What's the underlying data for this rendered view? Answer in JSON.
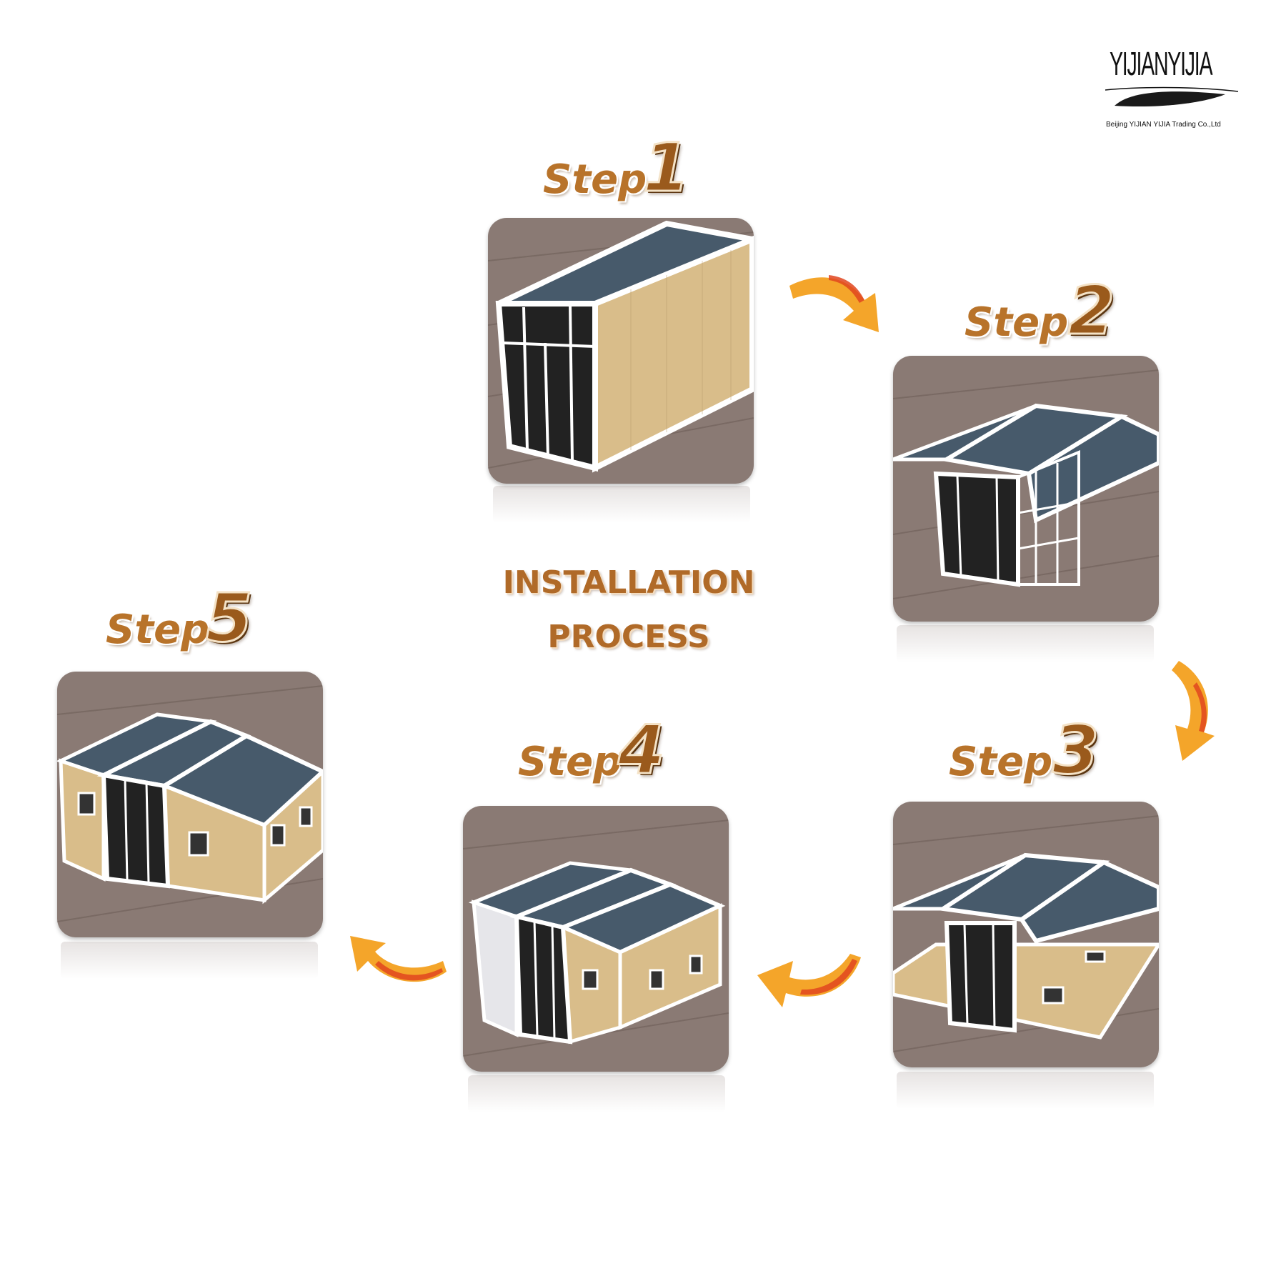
{
  "logo": {
    "wordmark": "YIJIANYIJIA",
    "company": "Beijing YIJIAN YIJIA Trading Co.,Ltd"
  },
  "title": {
    "line1": "INSTALLATION",
    "line2": "PROCESS"
  },
  "steps": [
    {
      "word": "Step",
      "number": "1"
    },
    {
      "word": "Step",
      "number": "2"
    },
    {
      "word": "Step",
      "number": "3"
    },
    {
      "word": "Step",
      "number": "4"
    },
    {
      "word": "Step",
      "number": "5"
    }
  ],
  "colors": {
    "label_brown": "#b8732a",
    "arrow_orange": "#f4a52a",
    "roof": "#475a6b",
    "wall_wood": "#d9bd8a",
    "floor": "#7e6b63"
  },
  "icons": [
    "step-arrow-icon"
  ]
}
